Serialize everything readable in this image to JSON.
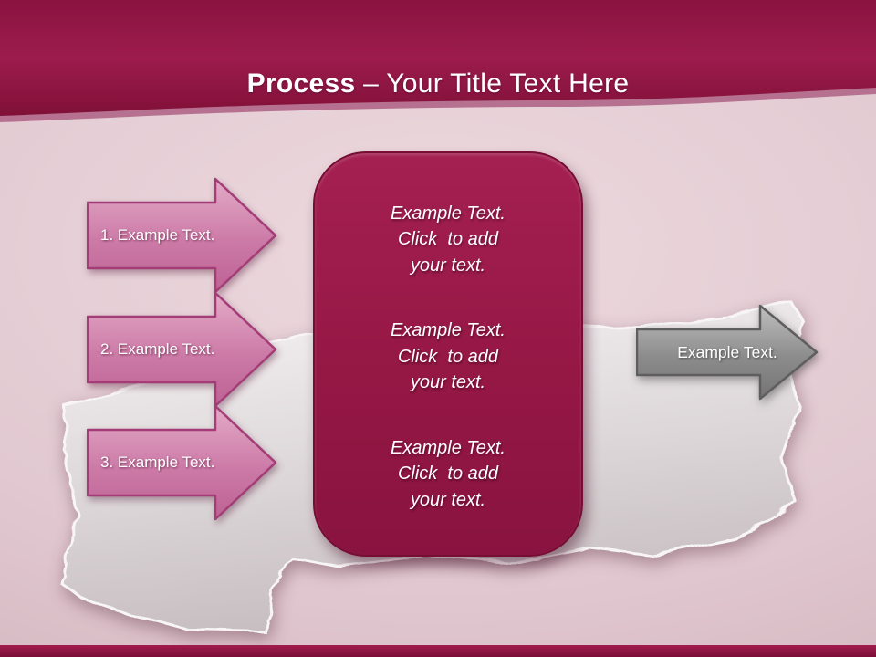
{
  "title": {
    "bold": "Process",
    "rest": " – Your Title Text Here"
  },
  "steps": [
    {
      "label": "1. Example Text."
    },
    {
      "label": "2. Example Text."
    },
    {
      "label": "3. Example Text."
    }
  ],
  "center_box": {
    "blocks": [
      {
        "lines": [
          "Example Text.",
          "Click  to add",
          "your text."
        ]
      },
      {
        "lines": [
          "Example Text.",
          "Click  to add",
          "your text."
        ]
      },
      {
        "lines": [
          "Example Text.",
          "Click  to add",
          "your text."
        ]
      }
    ]
  },
  "flow_arrow": {
    "label": "Example Text."
  },
  "colors": {
    "accent_maroon": "#951744",
    "arrow_pink": "#c9729f",
    "arrow_gray": "#8c8c8c",
    "background_pink": "#e2c9d1",
    "paper_gray": "#d9d3d5"
  }
}
